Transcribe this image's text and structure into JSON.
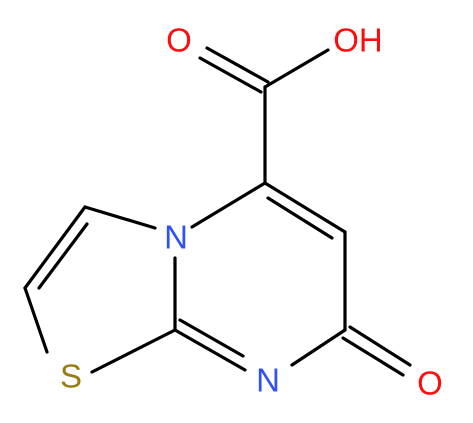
{
  "molecule": {
    "atoms": {
      "oxygen_top": {
        "label": "O",
        "color": "#ff0d0d"
      },
      "hydroxyl": {
        "label": "OH",
        "color": "#ff0d0d"
      },
      "ring_nitrogen": {
        "label": "N",
        "color": "#3050f8"
      },
      "sulfur": {
        "label": "S",
        "color": "#9a7d12"
      },
      "imine_nitrogen": {
        "label": "N",
        "color": "#3050f8"
      },
      "ketone_oxygen": {
        "label": "O",
        "color": "#ff0d0d"
      }
    }
  }
}
